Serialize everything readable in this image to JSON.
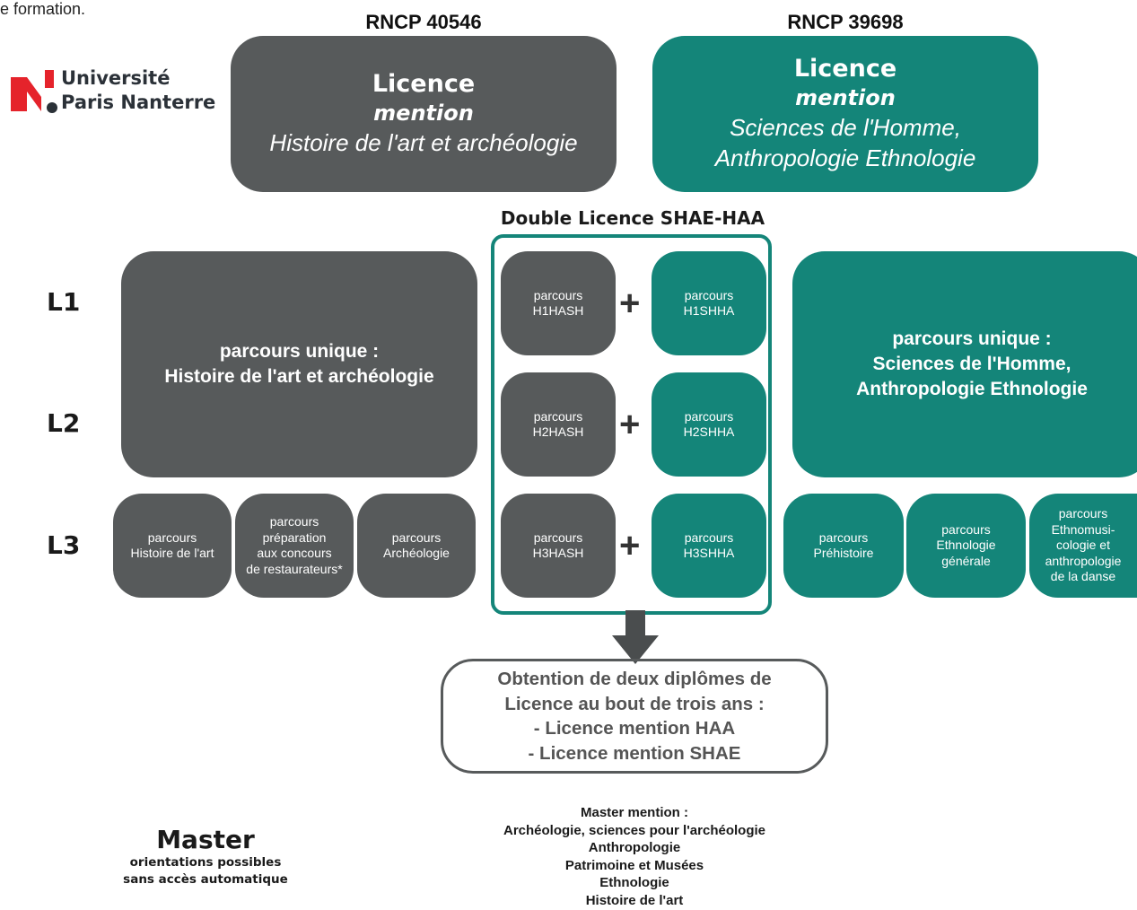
{
  "top_fragment": "e formation.",
  "logo": {
    "line1": "Université",
    "line2": "Paris Nanterre",
    "mark_color": "#e5232b",
    "text_color": "#2b3138"
  },
  "colors": {
    "dark": "#575a5b",
    "teal": "#148579"
  },
  "left_degree": {
    "rncp": "RNCP 40546",
    "title": "Licence",
    "mention": "mention",
    "name": "Histoire de l'art et archéologie"
  },
  "right_degree": {
    "rncp": "RNCP 39698",
    "title": "Licence",
    "mention": "mention",
    "name_line1": "Sciences de l'Homme,",
    "name_line2": "Anthropologie Ethnologie"
  },
  "double_licence": {
    "title": "Double Licence SHAE-HAA"
  },
  "levels": [
    "L1",
    "L2",
    "L3"
  ],
  "left_unique": {
    "line1": "parcours unique :",
    "line2": "Histoire de l'art et archéologie"
  },
  "right_unique": {
    "line1": "parcours unique :",
    "line2": "Sciences de l'Homme,",
    "line3": "Anthropologie Ethnologie"
  },
  "double_rows": [
    {
      "left": [
        "parcours",
        "H1HASH"
      ],
      "plus": "+",
      "right": [
        "parcours",
        "H1SHHA"
      ]
    },
    {
      "left": [
        "parcours",
        "H2HASH"
      ],
      "plus": "+",
      "right": [
        "parcours",
        "H2SHHA"
      ]
    },
    {
      "left": [
        "parcours",
        "H3HASH"
      ],
      "plus": "+",
      "right": [
        "parcours",
        "H3SHHA"
      ]
    }
  ],
  "l3_left": [
    [
      "parcours",
      "Histoire de l'art"
    ],
    [
      "parcours",
      "préparation",
      "aux concours",
      "de restaurateurs*"
    ],
    [
      "parcours",
      "Archéologie"
    ]
  ],
  "l3_right": [
    [
      "parcours",
      "Préhistoire"
    ],
    [
      "parcours",
      "Ethnologie",
      "générale"
    ],
    [
      "parcours",
      "Ethnomusi-",
      "cologie et",
      "anthropologie",
      "de la danse"
    ]
  ],
  "outcome": [
    "Obtention de deux diplômes de",
    "Licence au bout de trois ans :",
    "- Licence mention HAA",
    "- Licence mention SHAE"
  ],
  "master_left": {
    "title": "Master",
    "line1": "orientations possibles",
    "line2": "sans accès automatique"
  },
  "master_right": [
    "Master mention  :",
    "Archéologie, sciences pour l'archéologie",
    "Anthropologie",
    "Patrimoine et Musées",
    "Ethnologie",
    "Histoire de l'art"
  ]
}
